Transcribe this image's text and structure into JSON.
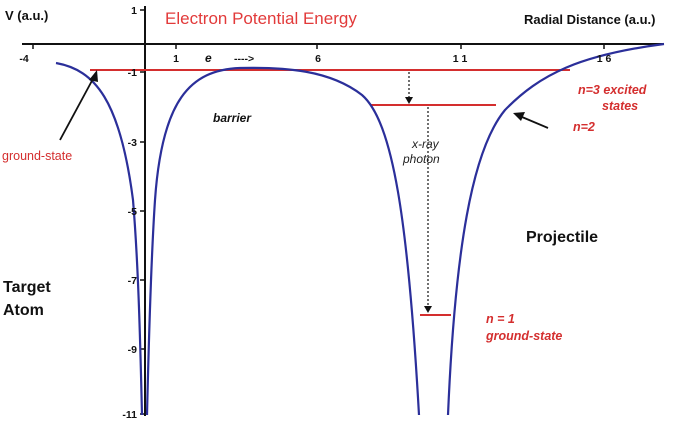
{
  "title": "Electron Potential Energy",
  "y_axis_label": "V  (a.u.)",
  "x_axis_label": "Radial Distance (a.u.)",
  "x_ticks": [
    "-4",
    "1",
    "6",
    "1 1",
    "1 6"
  ],
  "y_ticks": [
    "1",
    "-1",
    "-3",
    "-5",
    "-7",
    "-9",
    "-11"
  ],
  "labels": {
    "electron": "e",
    "arrow_text": "---->",
    "barrier": "barrier",
    "xray_line1": "x-ray",
    "xray_line2": "photon",
    "ground_state_left": "ground-state",
    "target_line1": "Target",
    "target_line2": "Atom",
    "projectile": "Projectile",
    "n3_line1": "n=3  excited",
    "n3_line2": "states",
    "n2": "n=2",
    "n1_line1": "n = 1",
    "n1_line2": "ground-state"
  },
  "colors": {
    "curve": "#2b2f9a",
    "levels": "#d42e2e",
    "text": "#111111"
  }
}
